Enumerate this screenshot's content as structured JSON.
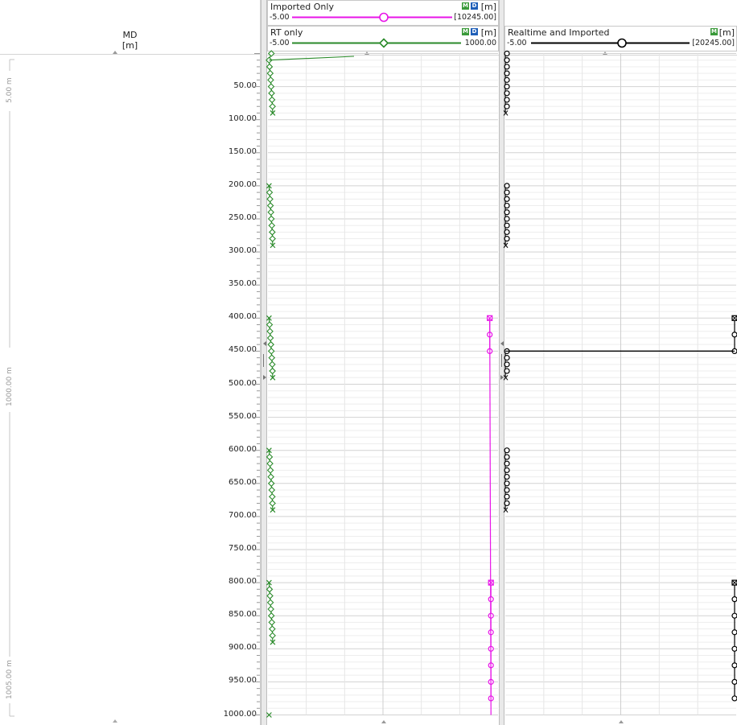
{
  "depth_track": {
    "title": "MD",
    "unit": "[m]",
    "scale_labels": [
      "5.00 m",
      "1000.00 m",
      "1005.00 m"
    ],
    "depth_ticks": [
      "50.00",
      "100.00",
      "150.00",
      "200.00",
      "250.00",
      "300.00",
      "350.00",
      "400.00",
      "450.00",
      "500.00",
      "550.00",
      "600.00",
      "650.00",
      "700.00",
      "750.00",
      "800.00",
      "850.00",
      "900.00",
      "950.00",
      "1000.00"
    ]
  },
  "track1": {
    "curve_a": {
      "name": "Imported Only",
      "unit": "[m]",
      "min_label": "-5.00",
      "max_label": "[10245.00]",
      "badges": [
        "M",
        "D"
      ],
      "color": "#e815e8",
      "marker": "circle"
    },
    "curve_b": {
      "name": "RT only",
      "unit": "[m]",
      "min_label": "-5.00",
      "max_label": "1000.00",
      "badges": [
        "M",
        "D"
      ],
      "color": "#2a8a2a",
      "marker": "diamond"
    }
  },
  "track2": {
    "curve": {
      "name": "Realtime and Imported",
      "unit": "[m]",
      "min_label": "-5.00",
      "max_label": "[20245.00]",
      "badges": [
        "M"
      ],
      "color": "#000000",
      "marker": "circle"
    }
  },
  "chart_data": {
    "type": "line",
    "depth_axis": {
      "label": "MD",
      "unit": "m",
      "range": [
        0,
        1000
      ],
      "tick_step": 50,
      "minor_step": 10
    },
    "series": [
      {
        "name": "RT only",
        "track": 1,
        "x_range": [
          -5,
          1000
        ],
        "color": "#2a8a2a",
        "points": [
          {
            "md": 0,
            "value": 10
          },
          {
            "md": 10,
            "value": 0
          },
          {
            "md": 20,
            "value": 2
          },
          {
            "md": 30,
            "value": 5
          },
          {
            "md": 40,
            "value": 7
          },
          {
            "md": 50,
            "value": 9
          },
          {
            "md": 60,
            "value": 11
          },
          {
            "md": 70,
            "value": 13
          },
          {
            "md": 80,
            "value": 15
          },
          {
            "md": 90,
            "value": 16
          },
          {
            "md": 200,
            "value": 0
          },
          {
            "md": 210,
            "value": 2
          },
          {
            "md": 220,
            "value": 4
          },
          {
            "md": 230,
            "value": 6
          },
          {
            "md": 240,
            "value": 8
          },
          {
            "md": 250,
            "value": 10
          },
          {
            "md": 260,
            "value": 12
          },
          {
            "md": 270,
            "value": 14
          },
          {
            "md": 280,
            "value": 15
          },
          {
            "md": 290,
            "value": 16
          },
          {
            "md": 400,
            "value": 0
          },
          {
            "md": 410,
            "value": 2
          },
          {
            "md": 420,
            "value": 4
          },
          {
            "md": 430,
            "value": 6
          },
          {
            "md": 440,
            "value": 8
          },
          {
            "md": 450,
            "value": 10
          },
          {
            "md": 460,
            "value": 12
          },
          {
            "md": 470,
            "value": 14
          },
          {
            "md": 480,
            "value": 15
          },
          {
            "md": 490,
            "value": 16
          },
          {
            "md": 600,
            "value": 0
          },
          {
            "md": 610,
            "value": 2
          },
          {
            "md": 620,
            "value": 4
          },
          {
            "md": 630,
            "value": 6
          },
          {
            "md": 640,
            "value": 8
          },
          {
            "md": 650,
            "value": 10
          },
          {
            "md": 660,
            "value": 12
          },
          {
            "md": 670,
            "value": 14
          },
          {
            "md": 680,
            "value": 15
          },
          {
            "md": 690,
            "value": 16
          },
          {
            "md": 800,
            "value": 0
          },
          {
            "md": 810,
            "value": 2
          },
          {
            "md": 820,
            "value": 4
          },
          {
            "md": 830,
            "value": 6
          },
          {
            "md": 840,
            "value": 8
          },
          {
            "md": 850,
            "value": 10
          },
          {
            "md": 860,
            "value": 12
          },
          {
            "md": 870,
            "value": 14
          },
          {
            "md": 880,
            "value": 15
          },
          {
            "md": 890,
            "value": 16
          },
          {
            "md": 1000,
            "value": 0
          }
        ]
      },
      {
        "name": "Imported Only",
        "track": 1,
        "x_range": [
          -5,
          10245
        ],
        "color": "#e815e8",
        "points": [
          {
            "md": 400,
            "value": 9945
          },
          {
            "md": 425,
            "value": 9945
          },
          {
            "md": 450,
            "value": 9945
          },
          {
            "md": 800,
            "value": 10000
          },
          {
            "md": 825,
            "value": 10000
          },
          {
            "md": 850,
            "value": 10000
          },
          {
            "md": 875,
            "value": 10000
          },
          {
            "md": 900,
            "value": 10000
          },
          {
            "md": 925,
            "value": 10000
          },
          {
            "md": 950,
            "value": 10000
          },
          {
            "md": 975,
            "value": 10000
          }
        ]
      },
      {
        "name": "Realtime and Imported",
        "track": 2,
        "x_range": [
          -5,
          20245
        ],
        "color": "#000000",
        "points": [
          {
            "md": 0,
            "value": 0
          },
          {
            "md": 10,
            "value": 0
          },
          {
            "md": 20,
            "value": 0
          },
          {
            "md": 30,
            "value": 0
          },
          {
            "md": 40,
            "value": 0
          },
          {
            "md": 50,
            "value": 0
          },
          {
            "md": 60,
            "value": 0
          },
          {
            "md": 70,
            "value": 0
          },
          {
            "md": 80,
            "value": 0
          },
          {
            "md": 90,
            "value": 0
          },
          {
            "md": 200,
            "value": 0
          },
          {
            "md": 210,
            "value": 0
          },
          {
            "md": 220,
            "value": 0
          },
          {
            "md": 230,
            "value": 0
          },
          {
            "md": 240,
            "value": 0
          },
          {
            "md": 250,
            "value": 0
          },
          {
            "md": 260,
            "value": 0
          },
          {
            "md": 270,
            "value": 0
          },
          {
            "md": 280,
            "value": 0
          },
          {
            "md": 290,
            "value": 0
          },
          {
            "md": 400,
            "value": 20245
          },
          {
            "md": 425,
            "value": 20245
          },
          {
            "md": 450,
            "value": 20245
          },
          {
            "md": 450,
            "value": 0
          },
          {
            "md": 460,
            "value": 0
          },
          {
            "md": 470,
            "value": 0
          },
          {
            "md": 480,
            "value": 0
          },
          {
            "md": 490,
            "value": 0
          },
          {
            "md": 600,
            "value": 0
          },
          {
            "md": 610,
            "value": 0
          },
          {
            "md": 620,
            "value": 0
          },
          {
            "md": 630,
            "value": 0
          },
          {
            "md": 640,
            "value": 0
          },
          {
            "md": 650,
            "value": 0
          },
          {
            "md": 660,
            "value": 0
          },
          {
            "md": 670,
            "value": 0
          },
          {
            "md": 680,
            "value": 0
          },
          {
            "md": 690,
            "value": 0
          },
          {
            "md": 800,
            "value": 20245
          },
          {
            "md": 825,
            "value": 20245
          },
          {
            "md": 850,
            "value": 20245
          },
          {
            "md": 875,
            "value": 20245
          },
          {
            "md": 900,
            "value": 20245
          },
          {
            "md": 925,
            "value": 20245
          },
          {
            "md": 950,
            "value": 20245
          },
          {
            "md": 975,
            "value": 20245
          }
        ]
      }
    ]
  }
}
